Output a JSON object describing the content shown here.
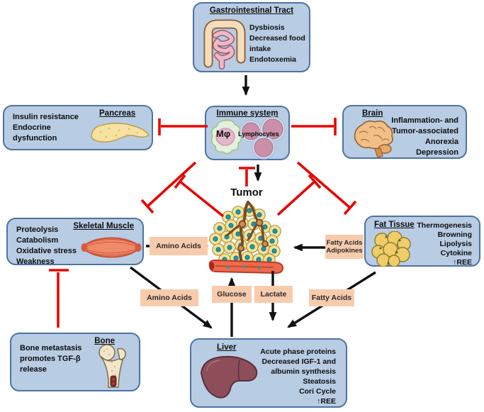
{
  "colors": {
    "background": "#ffffff",
    "box_fill": "#b8cce4",
    "box_border": "#4e73a3",
    "flow_label_fill": "#f8cbad",
    "inhibition_line": "#e50800",
    "activation_line": "#111111"
  },
  "boxes": {
    "gi": {
      "title": "Gastrointestinal Tract",
      "lines": [
        "Dysbiosis",
        "Decreased food",
        "intake",
        "Endotoxemia"
      ]
    },
    "pancreas": {
      "title": "Pancreas",
      "lines": [
        "Insulin resistance",
        "Endocrine",
        "dysfunction"
      ]
    },
    "immune": {
      "title": "Immune system",
      "macrophage_label": "Mφ",
      "lymphocytes_label": "Lymphocytes"
    },
    "brain": {
      "title": "Brain",
      "lines": [
        "Inflammation- and",
        "Tumor-associated",
        "Anorexia",
        "Depression"
      ]
    },
    "muscle": {
      "title": "Skeletal Muscle",
      "lines": [
        "Proteolysis",
        "Catabolism",
        "Oxidative stress",
        "Weakness"
      ]
    },
    "fat": {
      "title": "Fat Tissue",
      "lines": [
        "Thermogenesis",
        "Browning",
        "Lipolysis",
        "Cytokine",
        "↑REE"
      ]
    },
    "bone": {
      "title": "Bone",
      "lines": [
        "Bone metastasis",
        "promotes TGF-β",
        "release"
      ]
    },
    "liver": {
      "title": "Liver",
      "lines": [
        "Acute phase proteins",
        "Decreased IGF-1 and",
        "albumin synthesis",
        "Steatosis",
        "Cori Cycle",
        "↑REE"
      ]
    }
  },
  "tumor": {
    "label": "Tumor"
  },
  "flow_labels": {
    "muscle_to_tumor": "Amino Acids",
    "fat_to_tumor": [
      "Fatty Acids",
      "Adipokines"
    ],
    "muscle_to_liver": "Amino Acids",
    "liver_to_tumor": "Glucose",
    "tumor_to_liver": "Lactate",
    "fat_to_liver": "Fatty Acids"
  },
  "icons": {
    "gi": "intestine-illustration",
    "pancreas": "pancreas-illustration",
    "immune_macrophage": "macrophage-cell-illustration",
    "immune_lymphocytes": "lymphocytes-illustration",
    "brain": "brain-illustration",
    "muscle": "skeletal-muscle-illustration",
    "fat": "adipocytes-illustration",
    "bone": "femur-illustration",
    "liver": "liver-illustration",
    "tumor": "tumor-tissue-illustration"
  }
}
